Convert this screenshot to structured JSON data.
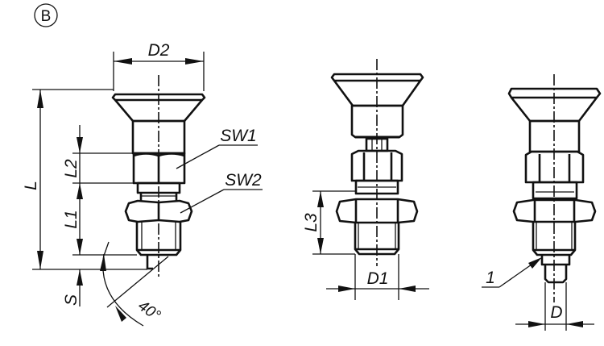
{
  "drawing": {
    "view_label": "B",
    "stroke_color": "#111111",
    "background": "#ffffff",
    "views": [
      {
        "name": "side-view-with-dimensions",
        "dimensions": {
          "d2": "D2",
          "l": "L",
          "l1": "L1",
          "l2": "L2",
          "s": "S",
          "angle": "40°"
        },
        "callouts": {
          "sw1": "SW1",
          "sw2": "SW2"
        }
      },
      {
        "name": "retracted-pin-view",
        "dimensions": {
          "l3": "L3",
          "d1": "D1"
        }
      },
      {
        "name": "extended-pin-view",
        "dimensions": {
          "d": "D"
        },
        "callouts": {
          "item1": "1"
        }
      }
    ]
  }
}
